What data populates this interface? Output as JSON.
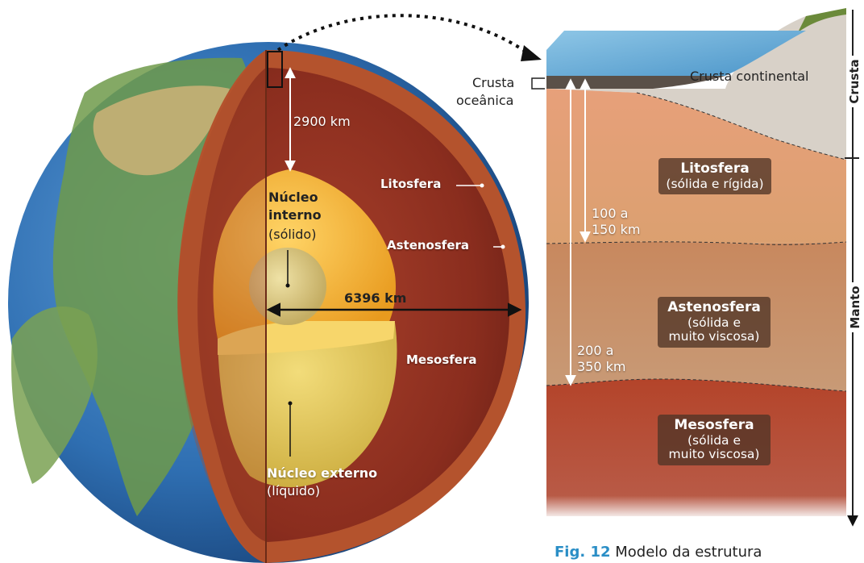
{
  "globe": {
    "depth_core_label": "2900 km",
    "radius_label": "6396 km",
    "inner_core": {
      "title_line1": "Núcleo",
      "title_line2": "interno",
      "state": "(sólido)"
    },
    "outer_core": {
      "title": "Núcleo externo",
      "state": "(líquido)"
    },
    "layer_litosfera": "Litosfera",
    "layer_astenosfera": "Astenosfera",
    "layer_mesosfera": "Mesosfera"
  },
  "section": {
    "crusta_oceanica_line1": "Crusta",
    "crusta_oceanica_line2": "oceânica",
    "crusta_continental": "Crusta continental",
    "depth1_line1": "100 a",
    "depth1_line2": "150 km",
    "depth2_line1": "200 a",
    "depth2_line2": "350 km",
    "litosfera": {
      "title": "Litosfera",
      "desc": "(sólida e rígida)"
    },
    "astenosfera": {
      "title": "Astenosfera",
      "desc1": "(sólida e",
      "desc2": "muito viscosa)"
    },
    "mesosfera": {
      "title": "Mesosfera",
      "desc1": "(sólida e",
      "desc2": "muito viscosa)"
    }
  },
  "right_axis": {
    "crusta": "Crusta",
    "manto": "Manto"
  },
  "caption": {
    "fig": "Fig. 12",
    "text": " Modelo da estrutura"
  },
  "colors": {
    "crust": "#b4532d",
    "mantle": "#8e2c1e",
    "inner_core": "#f0b630",
    "outer_core": "#e0c45a",
    "ocean": "#2f6fb2",
    "accent": "#2a8ec6"
  }
}
